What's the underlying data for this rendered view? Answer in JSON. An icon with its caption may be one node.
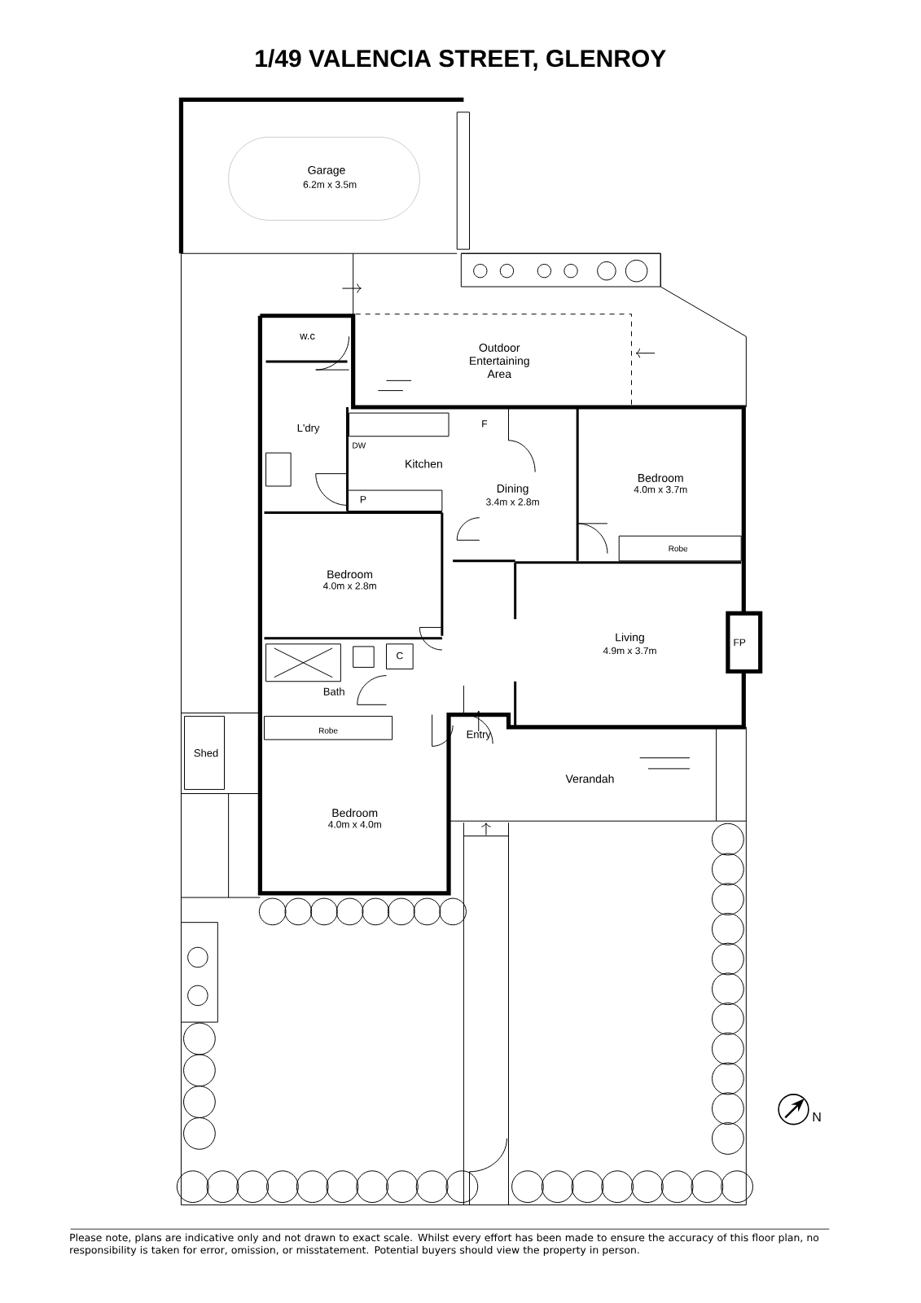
{
  "diagram": {
    "title": "1/49 VALENCIA STREET, GLENROY",
    "caption": "Please note, plans are indicative only and not drawn to exact scale. Whilst every effort has been made to ensure the accuracy of this floor plan, no responsibility is taken for error, omission, or misstatement. Potential buyers should view the property in person.",
    "labels": [
      "Garage",
      "6.2m x 3.5m",
      "w.c",
      "Outdoor Entertaining Area",
      "L'dry",
      "F",
      "DW",
      "Kitchen",
      "Bedroom",
      "4.0m x 3.7m",
      "Dining",
      "3.4m x 2.8m",
      "P",
      "Robe",
      "Bedroom",
      "4.0m x 2.8m",
      "Living",
      "4.9m x 3.7m",
      "FP",
      "C",
      "Bath",
      "Robe",
      "Entry",
      "Shed",
      "Verandah",
      "Bedroom",
      "4.0m x 4.0m",
      "N"
    ]
  }
}
